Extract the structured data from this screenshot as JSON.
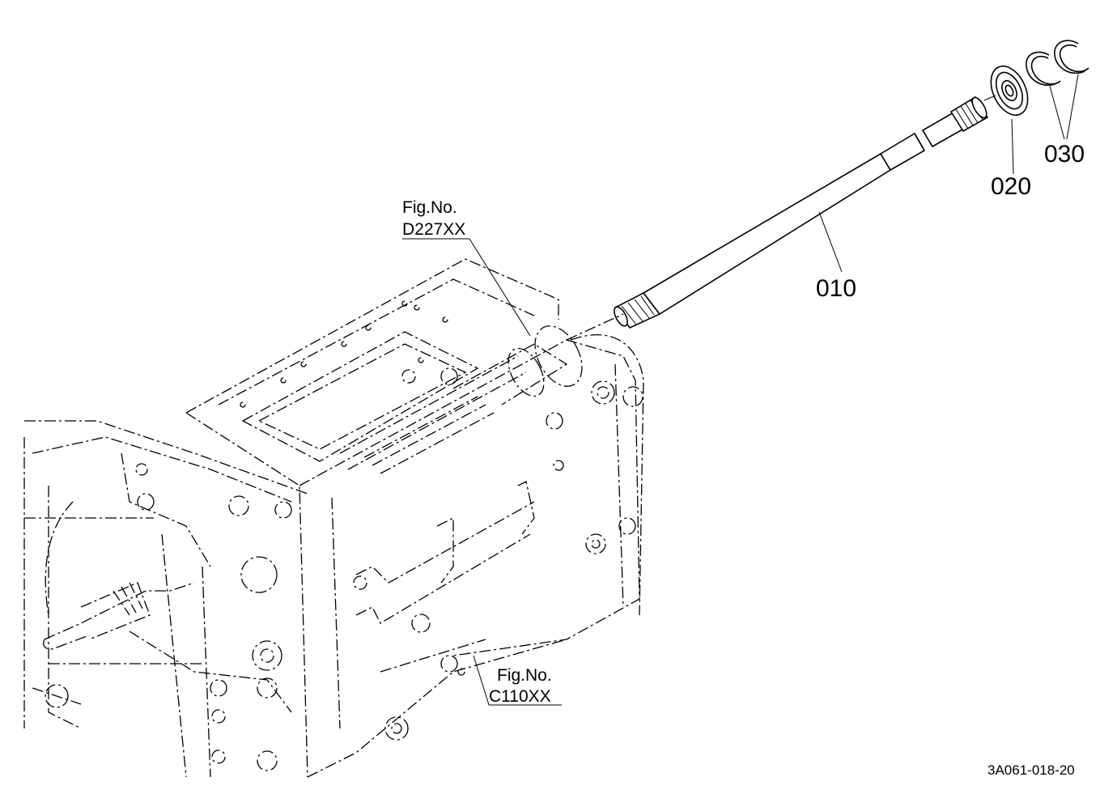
{
  "figure_refs": [
    {
      "line1": "Fig.No.",
      "line2": "D227XX"
    },
    {
      "line1": "Fig.No.",
      "line2": "C110XX"
    }
  ],
  "parts": [
    {
      "number": "010",
      "description": "shaft"
    },
    {
      "number": "020",
      "description": "oil seal"
    },
    {
      "number": "030",
      "description": "snap rings"
    }
  ],
  "drawing_number": "3A061-018-20"
}
